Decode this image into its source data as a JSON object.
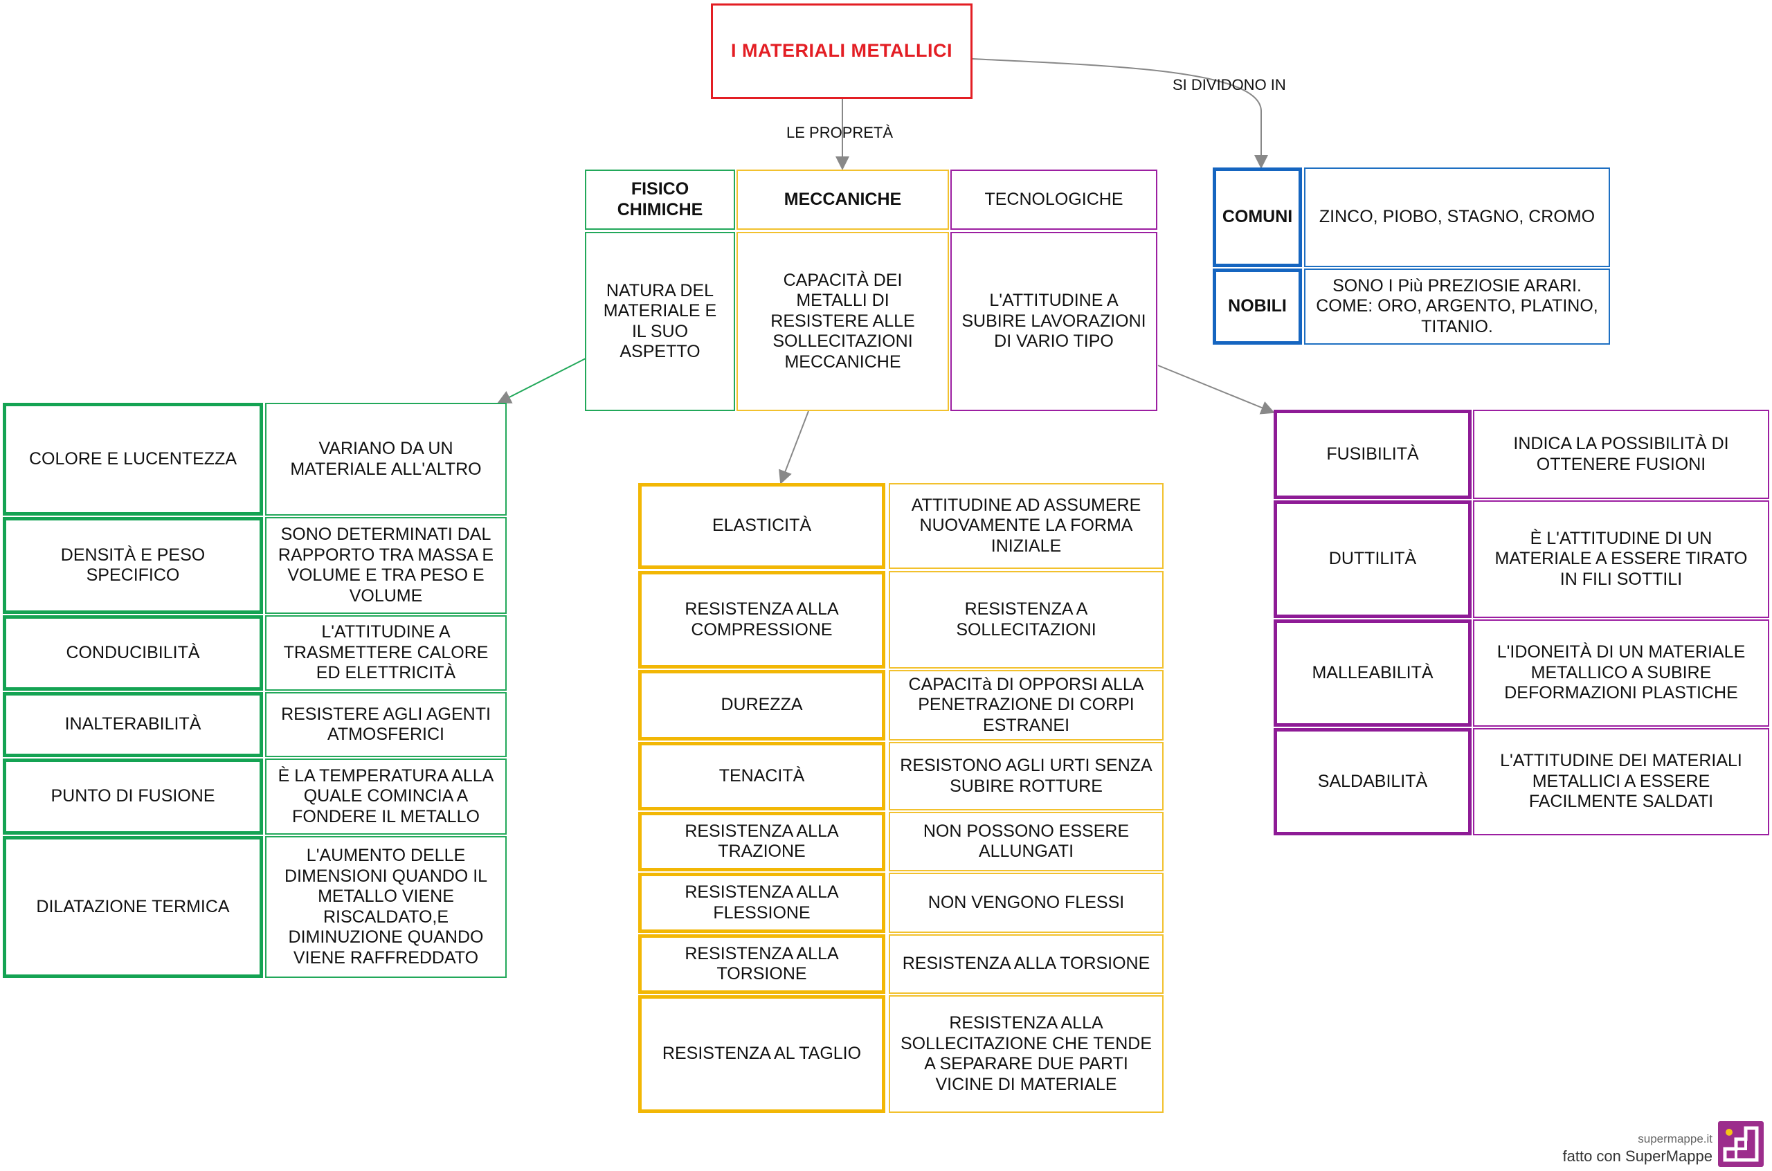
{
  "title": "I  MATERIALI   METALLICI",
  "edges": {
    "le_proprieta": "LE PROPRETÀ",
    "si_dividono_in": "SI DIVIDONO IN"
  },
  "headers": {
    "fisico": "FISICO CHIMICHE",
    "meccaniche": "MECCANICHE",
    "tecnologiche": "TECNOLOGICHE"
  },
  "descriptions": {
    "fisico": "NATURA DEL MATERIALE E IL SUO ASPETTO",
    "meccaniche": "CAPACITÀ DEI METALLI  DI RESISTERE  ALLE SOLLECITAZIONI MECCANICHE",
    "tecnologiche": "L'ATTITUDINE A SUBIRE LAVORAZIONI DI VARIO TIPO"
  },
  "divisions": [
    {
      "name": "COMUNI",
      "desc": "ZINCO, PIOBO, STAGNO, CROMO"
    },
    {
      "name": "NOBILI",
      "desc": "SONO I Più PREZIOSIE ARARI. COME: ORO, ARGENTO, PLATINO, TITANIO."
    }
  ],
  "fisico_items": [
    {
      "name": "COLORE E LUCENTEZZA",
      "desc": "VARIANO DA UN MATERIALE ALL'ALTRO"
    },
    {
      "name": "DENSITÀ E PESO SPECIFICO",
      "desc": "SONO DETERMINATI DAL RAPPORTO TRA MASSA E VOLUME E TRA PESO E VOLUME"
    },
    {
      "name": "CONDUCIBILITÀ",
      "desc": "L'ATTITUDINE A TRASMETTERE CALORE ED ELETTRICITÀ"
    },
    {
      "name": "INALTERABILITÀ",
      "desc": "RESISTERE AGLI AGENTI ATMOSFERICI"
    },
    {
      "name": "PUNTO DI FUSIONE",
      "desc": "È LA TEMPERATURA ALLA QUALE COMINCIA A FONDERE IL METALLO"
    },
    {
      "name": "DILATAZIONE TERMICA",
      "desc": "L'AUMENTO DELLE DIMENSIONI QUANDO IL METALLO VIENE RISCALDATO,E DIMINUZIONE QUANDO VIENE RAFFREDDATO"
    }
  ],
  "meccaniche_items": [
    {
      "name": "ELASTICITÀ",
      "desc": "ATTITUDINE AD ASSUMERE NUOVAMENTE LA FORMA INIZIALE"
    },
    {
      "name": "RESISTENZA ALLA COMPRESSIONE",
      "desc": "RESISTENZA A SOLLECITAZIONI"
    },
    {
      "name": "DUREZZA",
      "desc": "CAPACITà DI OPPORSI ALLA PENETRAZIONE DI CORPI ESTRANEI"
    },
    {
      "name": "TENACITÀ",
      "desc": "RESISTONO AGLI URTI SENZA SUBIRE ROTTURE"
    },
    {
      "name": "RESISTENZA ALLA TRAZIONE",
      "desc": "NON POSSONO ESSERE ALLUNGATI"
    },
    {
      "name": "RESISTENZA ALLA FLESSIONE",
      "desc": "NON VENGONO FLESSI"
    },
    {
      "name": "RESISTENZA ALLA TORSIONE",
      "desc": "RESISTENZA ALLA TORSIONE"
    },
    {
      "name": "RESISTENZA AL TAGLIO",
      "desc": "RESISTENZA ALLA SOLLECITAZIONE CHE TENDE A SEPARARE DUE PARTI VICINE DI MATERIALE"
    }
  ],
  "tecnologiche_items": [
    {
      "name": "FUSIBILITÀ",
      "desc": "INDICA LA POSSIBILITÀ DI OTTENERE FUSIONI"
    },
    {
      "name": "DUTTILITÀ",
      "desc": "È L'ATTITUDINE DI UN MATERIALE A ESSERE TIRATO IN FILI SOTTILI"
    },
    {
      "name": "MALLEABILITÀ",
      "desc": "L'IDONEITÀ DI UN MATERIALE METALLICO A SUBIRE DEFORMAZIONI PLASTICHE"
    },
    {
      "name": "SALDABILITÀ",
      "desc": "L'ATTITUDINE DEI MATERIALI METALLICI A ESSERE FACILMENTE SALDATI"
    }
  ],
  "footer": {
    "site": "supermappe.it",
    "made_with": "fatto con SuperMappe"
  },
  "colors": {
    "title": "#e31e24",
    "fisico": "#14a353",
    "meccaniche": "#f2b705",
    "tecnologiche": "#8e1b96",
    "divisioni": "#1565c0"
  }
}
